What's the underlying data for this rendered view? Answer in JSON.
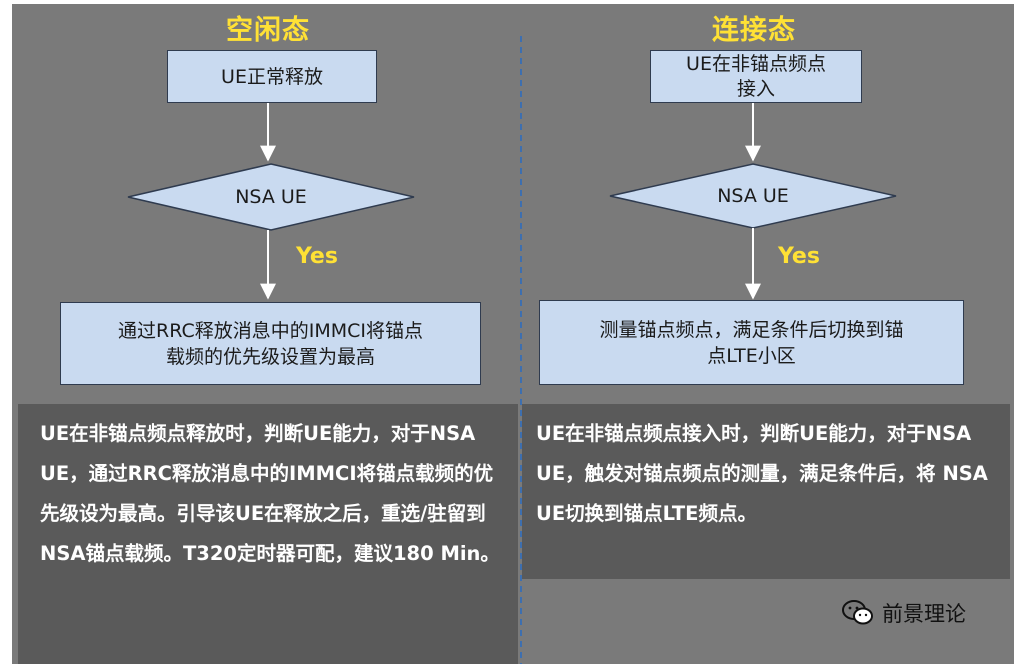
{
  "left": {
    "heading": "空闲态",
    "start_box": "UE正常释放",
    "decision": "NSA UE",
    "yes": "Yes",
    "action_line1": "通过RRC释放消息中的IMMCI将锚点",
    "action_line2": "载频的优先级设置为最高",
    "note": "UE在非锚点频点释放时，判断UE能力，对于NSA UE，通过RRC释放消息中的IMMCI将锚点载频的优先级设为最高。引导该UE在释放之后，重选/驻留到NSA锚点载频。T320定时器可配，建议180 Min。"
  },
  "right": {
    "heading": "连接态",
    "start_line1": "UE在非锚点频点",
    "start_line2": "接入",
    "decision": "NSA UE",
    "yes": "Yes",
    "action_line1": "测量锚点频点，满足条件后切换到锚",
    "action_line2": "点LTE小区",
    "note": "UE在非锚点频点接入时，判断UE能力，对于NSA UE，触发对锚点频点的测量，满足条件后，将 NSA UE切换到锚点LTE频点。"
  },
  "watermark": {
    "icon": "wechat-icon",
    "text": "前景理论"
  },
  "colors": {
    "panel": "#7a7a7a",
    "box": "#c9daf0",
    "accent": "#ffe135",
    "note": "#5a5a5a"
  }
}
